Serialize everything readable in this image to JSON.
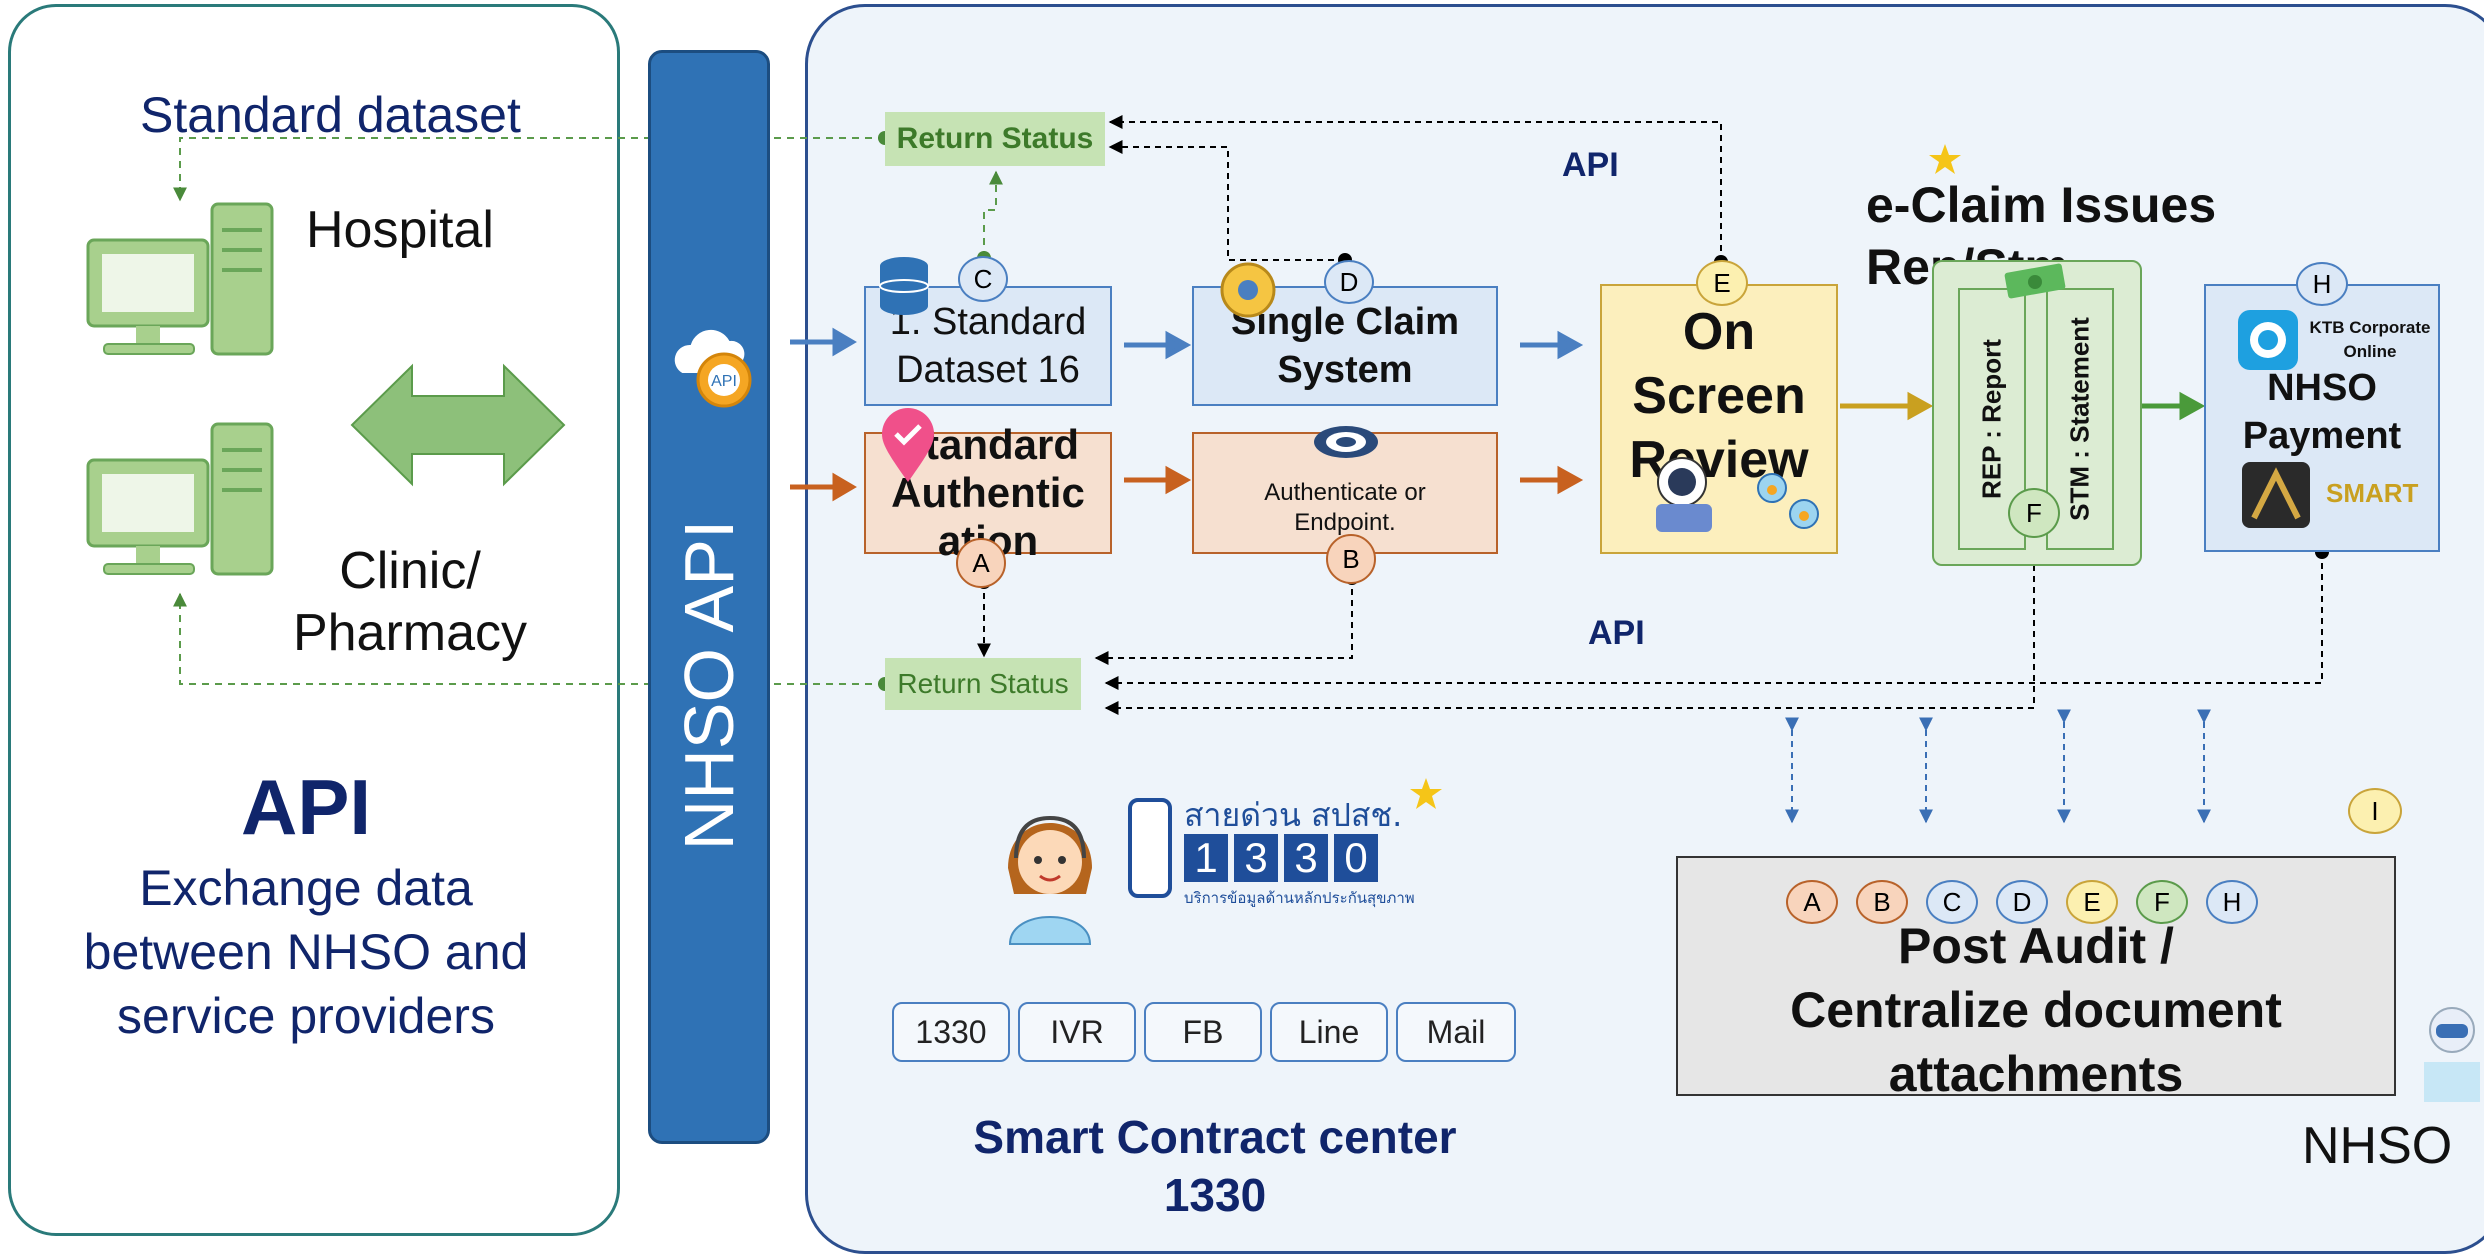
{
  "left_panel": {
    "standard_dataset": "Standard dataset",
    "hospital": "Hospital",
    "clinic_line1": "Clinic/",
    "clinic_line2": "Pharmacy",
    "api_title": "API",
    "api_desc_line1": "Exchange data",
    "api_desc_line2": "between NHSO and",
    "api_desc_line3": "service providers"
  },
  "api_bar": {
    "label": "NHSO API",
    "cloud_icon_text": "API"
  },
  "flow": {
    "return_status_top": "Return Status",
    "return_status_bottom": "Return Status",
    "api_top": "API",
    "api_bottom": "API",
    "standard_dataset_box_line1": "1. Standard",
    "standard_dataset_box_line2": "Dataset 16",
    "standard_auth_line1": "Standard",
    "standard_auth_line2": "Authentic",
    "standard_auth_line3": "ation",
    "single_claim_line1": "Single Claim",
    "single_claim_line2": "System",
    "authenticate_line1": "Authenticate or",
    "authenticate_line2": "Endpoint.",
    "on_screen_line1": "On",
    "on_screen_line2": "Screen",
    "on_screen_line3": "Review",
    "eclaim_line1": "e-Claim Issues",
    "eclaim_line2": "Rep/Stm",
    "rep_label": "REP : Report",
    "stm_label": "STM : Statement",
    "ktb_line1": "KTB Corporate",
    "ktb_line2": "Online",
    "nhso_payment_line1": "NHSO",
    "nhso_payment_line2": "Payment",
    "smart_label": "SMART"
  },
  "markers": {
    "A": "A",
    "B": "B",
    "C": "C",
    "D": "D",
    "E": "E",
    "F": "F",
    "H": "H",
    "I": "I"
  },
  "hotline": {
    "thai_title": "สายด่วน สปสช.",
    "digits": [
      "1",
      "3",
      "3",
      "0"
    ],
    "thai_sub": "บริการข้อมูลด้านหลักประกันสุขภาพ"
  },
  "channels": [
    "1330",
    "IVR",
    "FB",
    "Line",
    "Mail"
  ],
  "contract_center_line1": "Smart Contract center",
  "contract_center_line2": "1330",
  "post_audit": {
    "markers": [
      "A",
      "B",
      "C",
      "D",
      "E",
      "F",
      "H"
    ],
    "line1": "Post Audit /",
    "line2": "Centralize document",
    "line3": "attachments"
  },
  "nhso_label": "NHSO",
  "colors": {
    "navy": "#10256b",
    "teal": "#2a7a7a",
    "api_bar": "#2f72b5",
    "green_arrow": "#8dc07a",
    "blue_arrow": "#4a7fc1",
    "orange_arrow": "#c8611f",
    "gold_arrow": "#c9a020",
    "green_arrow_dark": "#4a9a3a"
  }
}
